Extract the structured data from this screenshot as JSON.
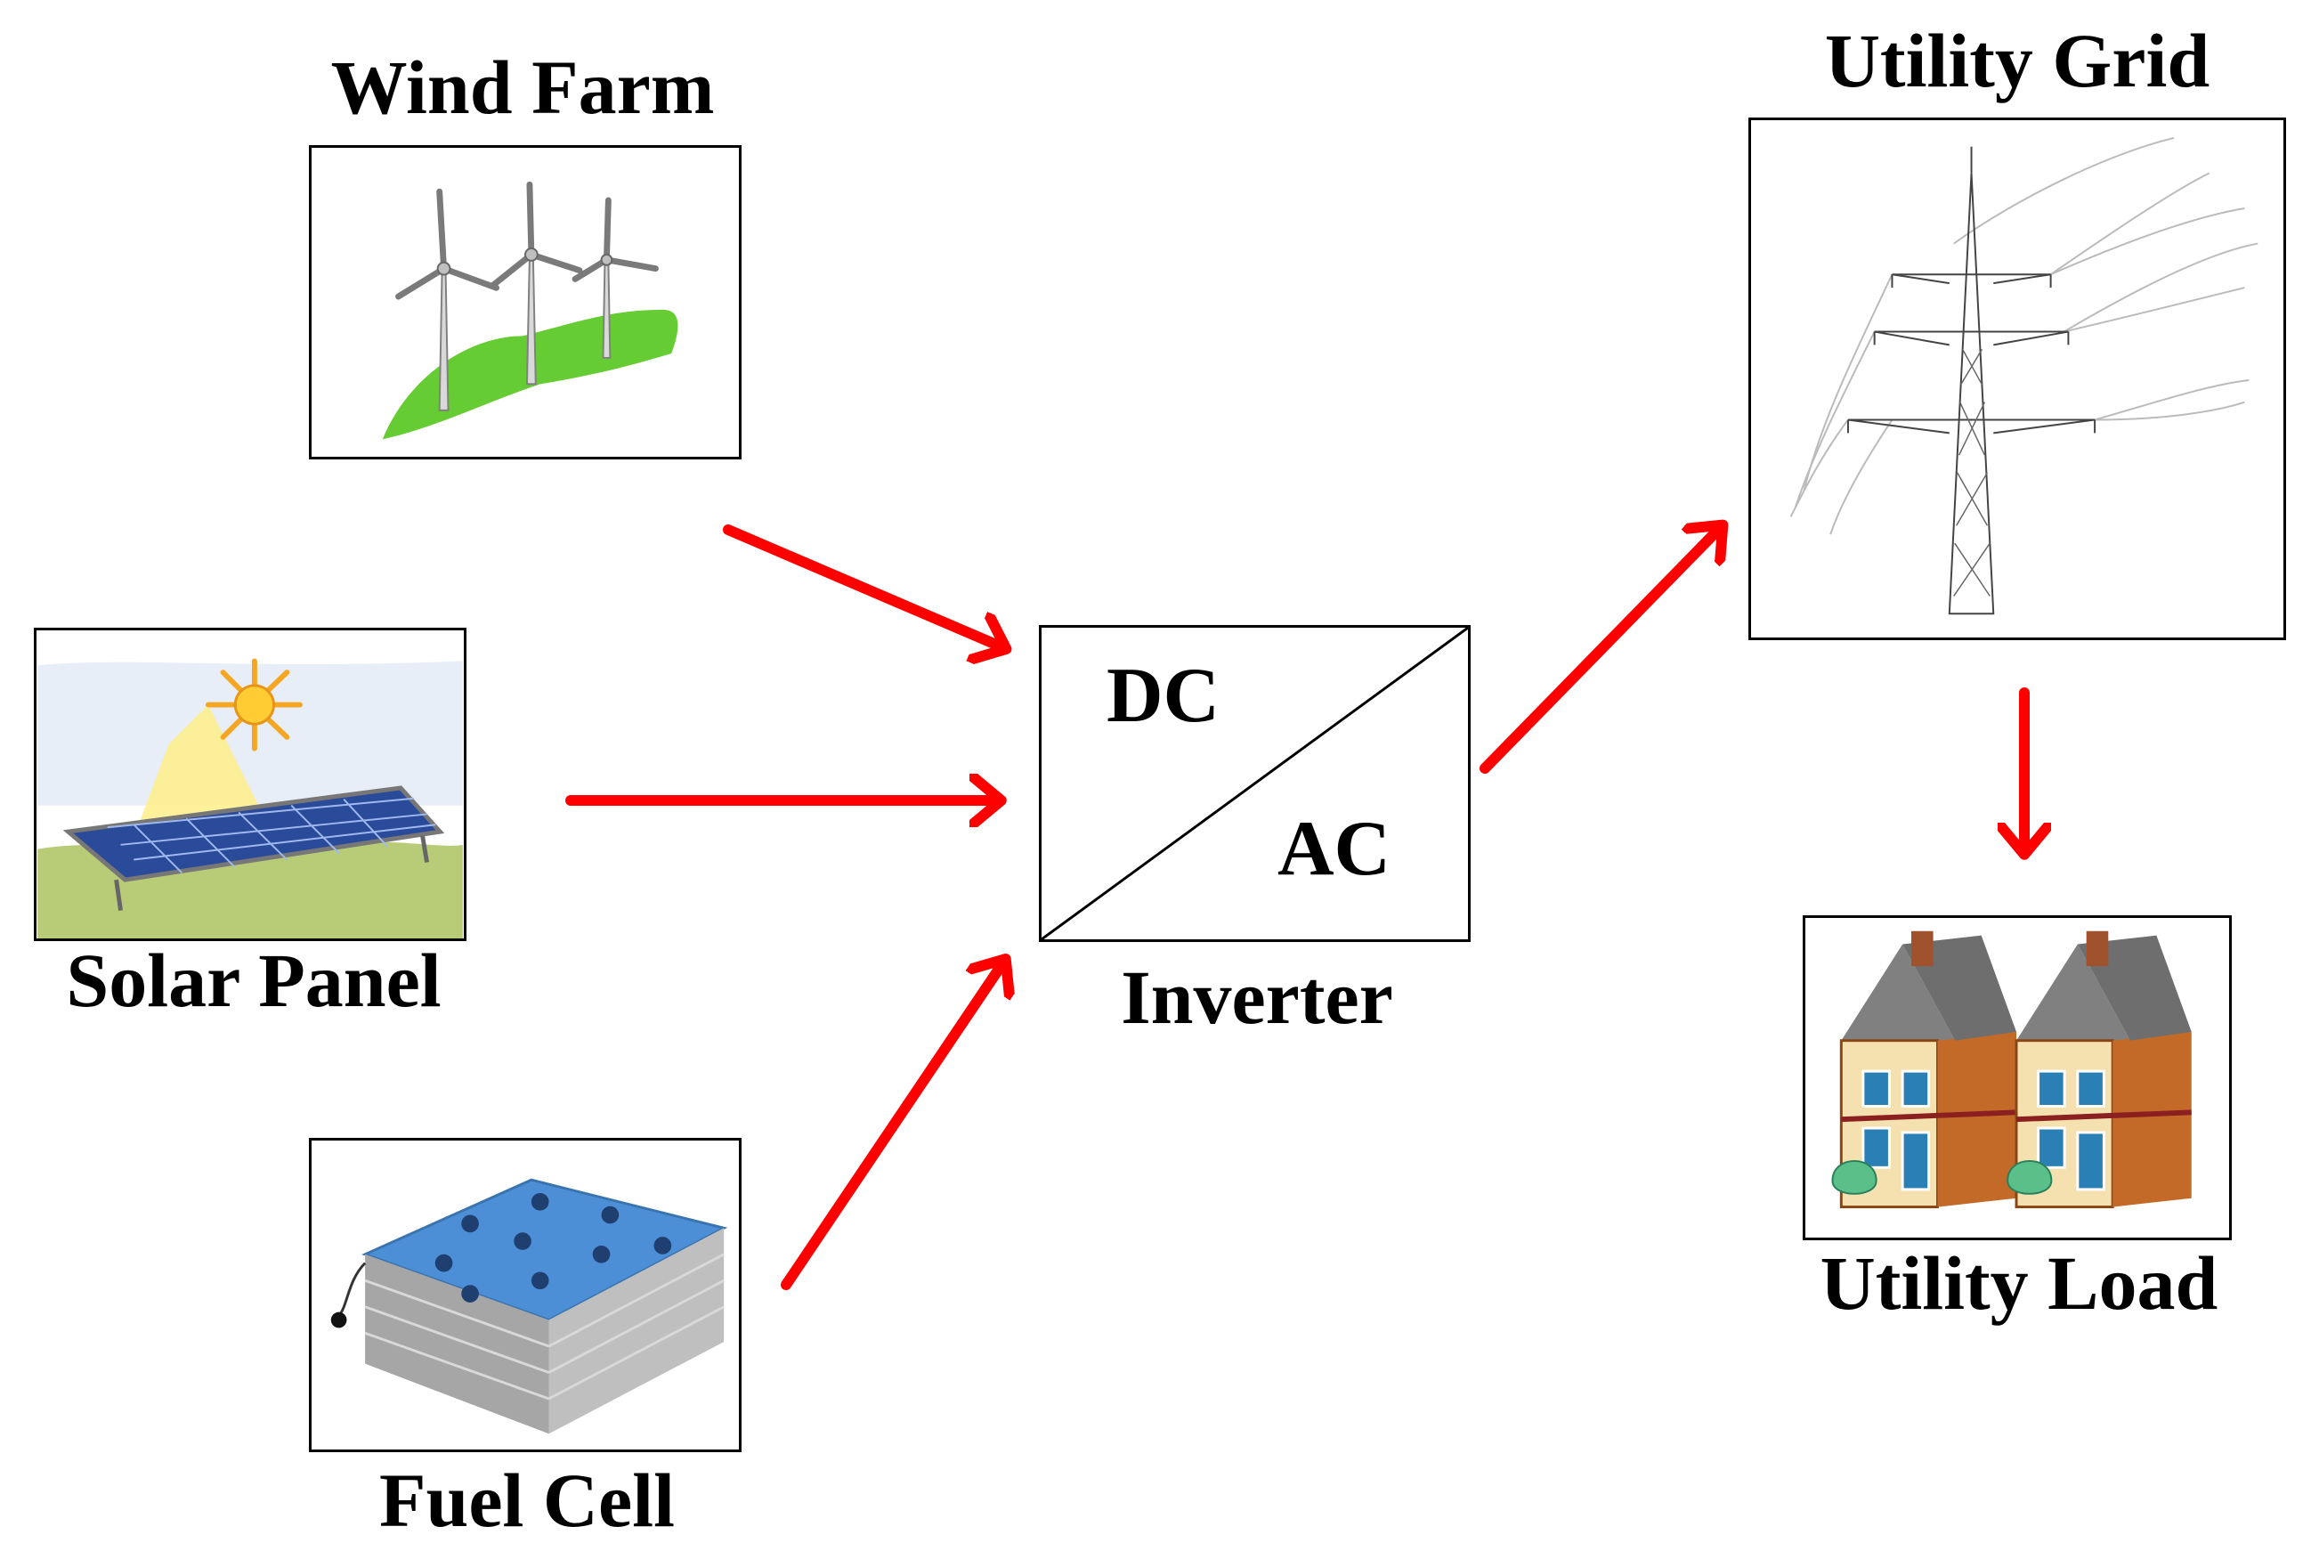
{
  "nodes": {
    "wind_farm": {
      "label": "Wind Farm",
      "icon": "wind-turbines-icon"
    },
    "solar_panel": {
      "label": "Solar Panel",
      "icon": "solar-panel-icon"
    },
    "fuel_cell": {
      "label": "Fuel Cell",
      "icon": "fuel-cell-stack-icon"
    },
    "inverter": {
      "label": "Inverter",
      "dc_text": "DC",
      "ac_text": "AC"
    },
    "utility_grid": {
      "label": "Utility Grid",
      "icon": "transmission-tower-icon"
    },
    "utility_load": {
      "label": "Utility Load",
      "icon": "houses-icon"
    }
  },
  "edges": [
    {
      "from": "Wind Farm",
      "to": "Inverter"
    },
    {
      "from": "Solar Panel",
      "to": "Inverter"
    },
    {
      "from": "Fuel Cell",
      "to": "Inverter"
    },
    {
      "from": "Inverter",
      "to": "Utility Grid"
    },
    {
      "from": "Utility Grid",
      "to": "Utility Load"
    }
  ],
  "colors": {
    "arrow": "#ff0000",
    "border": "#000000"
  }
}
